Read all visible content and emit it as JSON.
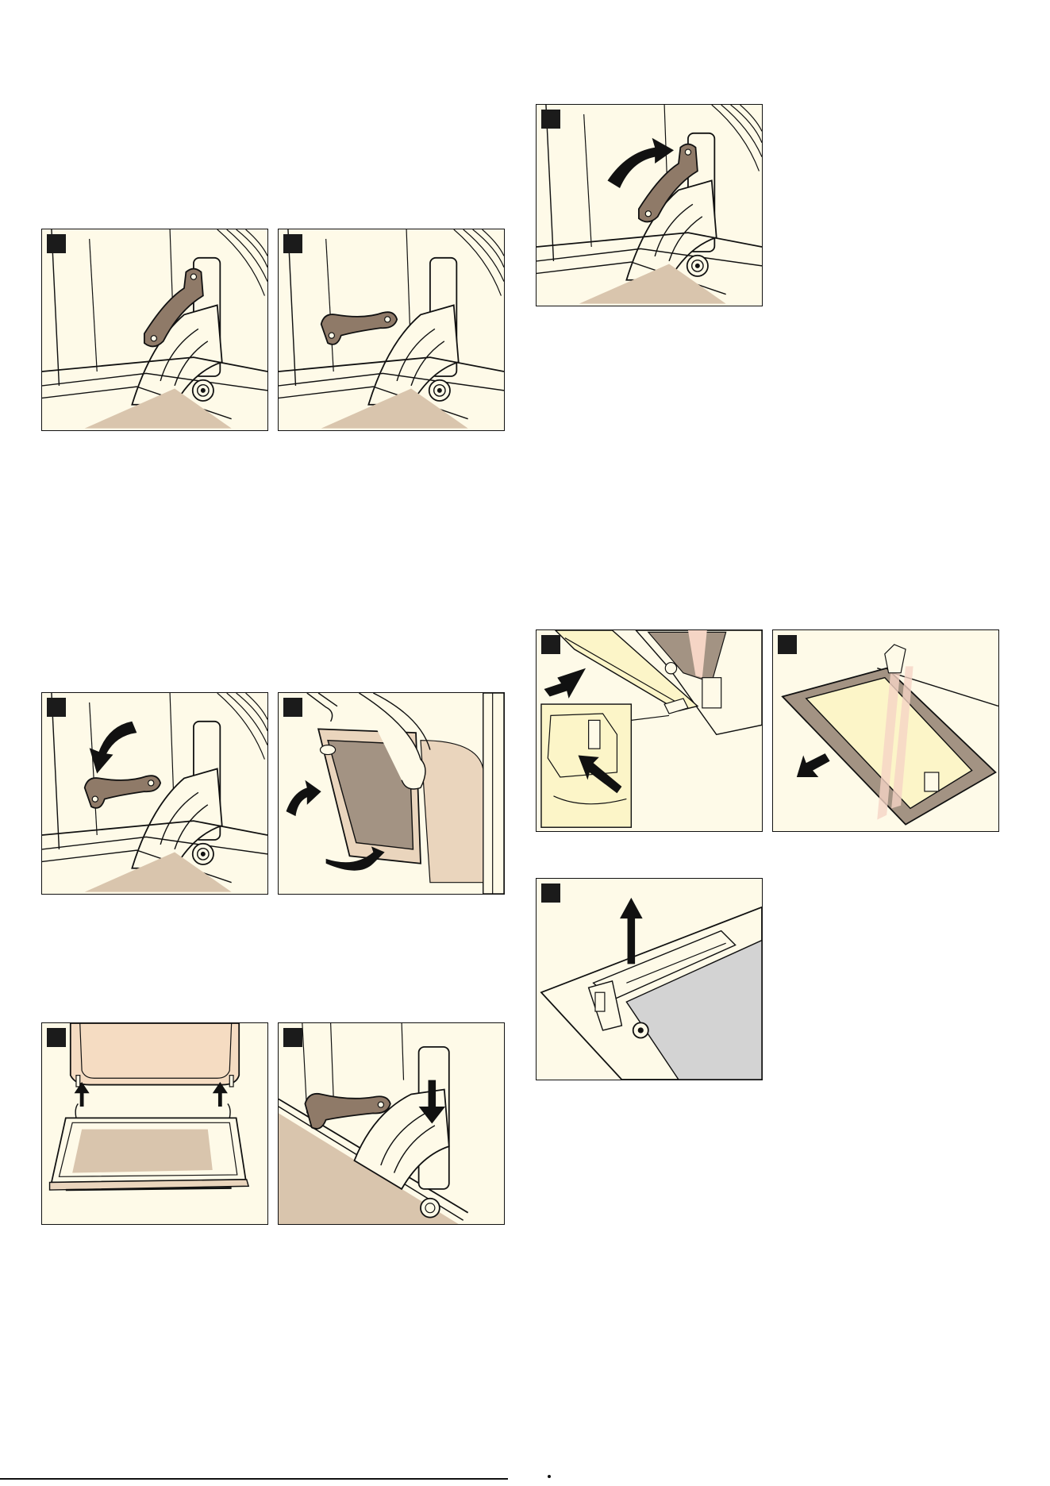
{
  "page": {
    "colors": {
      "panel_bg": "#fefae8",
      "hinge_brown": "#8f7a68",
      "floor_tan": "#d9c5ad",
      "door_tan": "#ead5bd",
      "glass_yellow": "#fcf5c8",
      "outline": "#111111"
    },
    "figures": [
      {
        "id": "fig-hinge-lever-up",
        "icon": "hinge-lever-up-icon"
      },
      {
        "id": "fig-hinge-lever-folded",
        "icon": "hinge-lever-folded-icon"
      },
      {
        "id": "fig-hinge-lever-raise",
        "icon": "hinge-lever-raise-icon"
      },
      {
        "id": "fig-hinge-lever-lower",
        "icon": "hinge-lever-lower-icon"
      },
      {
        "id": "fig-door-removal",
        "icon": "door-removal-icon"
      },
      {
        "id": "fig-door-refit",
        "icon": "door-refit-icon"
      },
      {
        "id": "fig-hinge-lock-down",
        "icon": "hinge-lock-down-icon"
      },
      {
        "id": "fig-cover-strip-removal",
        "icon": "cover-strip-removal-icon"
      },
      {
        "id": "fig-inner-pane-removal",
        "icon": "inner-pane-removal-icon"
      },
      {
        "id": "fig-pane-holder-lift",
        "icon": "pane-holder-lift-icon"
      }
    ]
  }
}
